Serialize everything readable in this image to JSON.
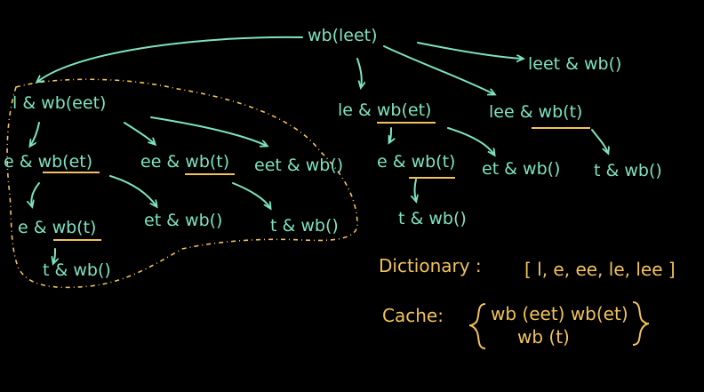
{
  "root": "wb(leet)",
  "level1": {
    "left": "l & wb(eet)",
    "middle": "le & wb(et)",
    "right1": "lee & wb(t)",
    "right2": "leet & wb()"
  },
  "left_subtree": {
    "child_a": "e & wb(et)",
    "child_b": "ee & wb(t)",
    "child_c": "eet & wb()",
    "child_a1": "e & wb(t)",
    "child_a2": "et & wb()",
    "child_b1": "t & wb()",
    "child_a1a": "t & wb()"
  },
  "middle_subtree": {
    "child_a": "e & wb(t)",
    "child_b": "et & wb()",
    "child_a1": "t & wb()"
  },
  "right_subtree": {
    "child_a": "t & wb()"
  },
  "dictionary": {
    "label": "Dictionary :",
    "value": "[ l, e, ee, le, lee ]"
  },
  "cache": {
    "label": "Cache:",
    "line1": "wb (eet)  wb(et)",
    "line2": "wb (t)"
  },
  "colors": {
    "ink": "#7de3c3",
    "highlight": "#f2c35a",
    "background": "#000000"
  }
}
